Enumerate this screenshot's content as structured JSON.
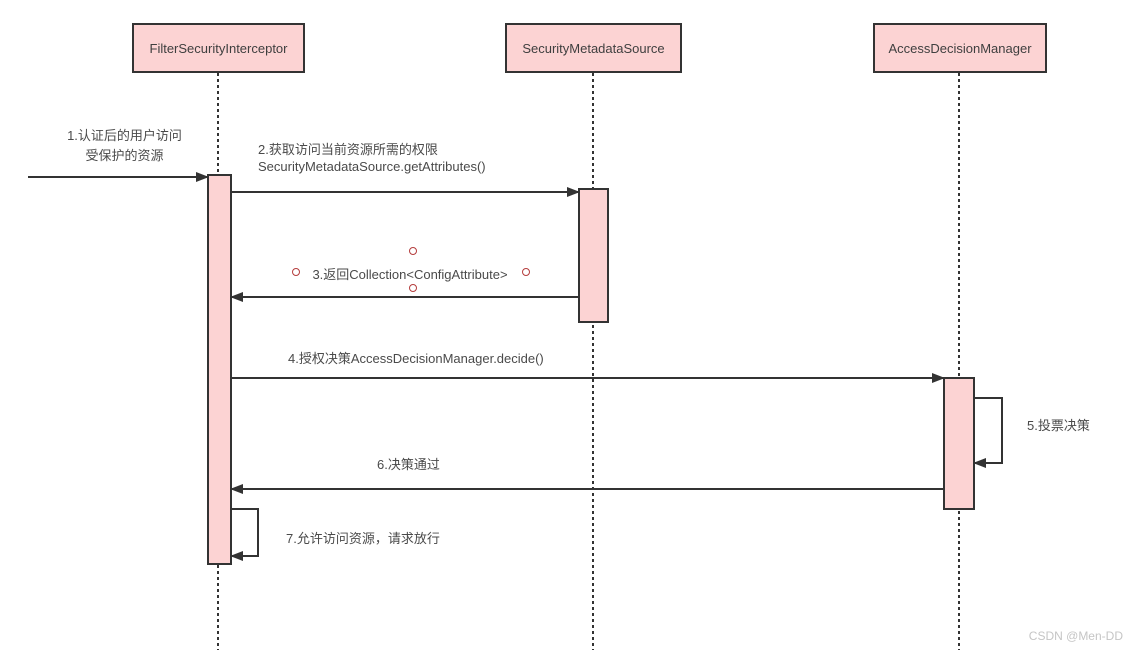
{
  "colors": {
    "shape_fill": "#fcd3d3",
    "shape_border": "#333333",
    "text": "#4a4a4a",
    "selection_handle": "#b43c3c",
    "watermark_text": "#c5c5c5"
  },
  "participants": [
    {
      "label": "FilterSecurityInterceptor"
    },
    {
      "label": "SecurityMetadataSource"
    },
    {
      "label": "AccessDecisionManager"
    }
  ],
  "messages": [
    {
      "lines": [
        "1.认证后的用户访问",
        "受保护的资源"
      ]
    },
    {
      "lines": [
        "2.获取访问当前资源所需的权限",
        "SecurityMetadataSource.getAttributes()"
      ]
    },
    {
      "lines": [
        "3.返回Collection<ConfigAttribute>"
      ]
    },
    {
      "lines": [
        "4.授权决策AccessDecisionManager.decide()"
      ]
    },
    {
      "lines": [
        "5.投票决策"
      ]
    },
    {
      "lines": [
        "6.决策通过"
      ]
    },
    {
      "lines": [
        "7.允许访问资源，请求放行"
      ]
    }
  ],
  "watermark": "CSDN @Men-DD"
}
